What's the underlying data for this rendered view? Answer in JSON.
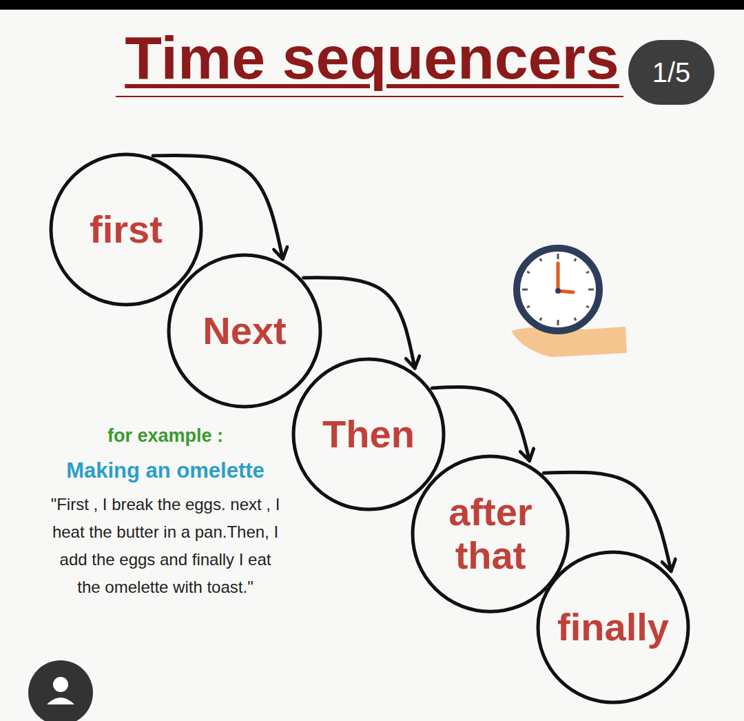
{
  "diagram": {
    "title": "Time sequencers",
    "nodes": [
      {
        "text": [
          "first"
        ]
      },
      {
        "text": [
          "Next"
        ]
      },
      {
        "text": [
          "Then"
        ]
      },
      {
        "text": [
          "after that"
        ]
      },
      {
        "text": [
          "finally"
        ]
      }
    ],
    "edges": [
      {
        "from": 0,
        "to": 1,
        "arrow": "to"
      },
      {
        "from": 1,
        "to": 2,
        "arrow": "to"
      },
      {
        "from": 2,
        "to": 3,
        "arrow": "to"
      },
      {
        "from": 3,
        "to": 4,
        "arrow": "to"
      }
    ],
    "labels": [
      "1/5",
      "for example :",
      "Making an omelette",
      "\"First , I break the eggs. next , I heat the butter in a pan.Then, I add the eggs and finally I eat the omelette with toast.\""
    ]
  }
}
